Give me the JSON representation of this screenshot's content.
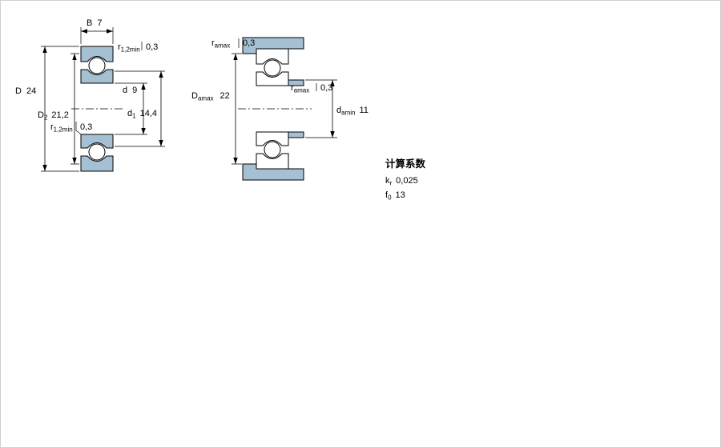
{
  "colors": {
    "bearing_fill": "#a6c0d3",
    "line": "#000000",
    "background": "#ffffff"
  },
  "front_view": {
    "width_label": {
      "base": "B",
      "value": "7"
    },
    "outer_diameter": {
      "base": "D",
      "value": "24"
    },
    "recess_diameter": {
      "base": "D",
      "sub": "2",
      "value": "21,2"
    },
    "bore_diameter": {
      "base": "d",
      "value": "9"
    },
    "shoulder_diameter": {
      "base": "d",
      "sub": "1",
      "value": "14,4"
    },
    "chamfer_top": {
      "base": "r",
      "sub": "1,2min",
      "value": "0,3"
    },
    "chamfer_bottom": {
      "base": "r",
      "sub": "1,2min",
      "value": "0,3"
    }
  },
  "mounting_view": {
    "fillet_top": {
      "base": "r",
      "sub": "amax",
      "value": "0,3"
    },
    "housing_abutment_diameter": {
      "base": "D",
      "sub": "amax",
      "value": "22"
    },
    "fillet_mid": {
      "base": "r",
      "sub": "amax",
      "value": "0,3"
    },
    "shaft_abutment_diameter": {
      "base": "d",
      "sub": "amin",
      "value": "11"
    }
  },
  "calculation_factors": {
    "title": "计算系数",
    "rows": [
      {
        "base": "k",
        "sub": "r",
        "value": "0,025"
      },
      {
        "base": "f",
        "sub": "0",
        "value": "13"
      }
    ]
  }
}
